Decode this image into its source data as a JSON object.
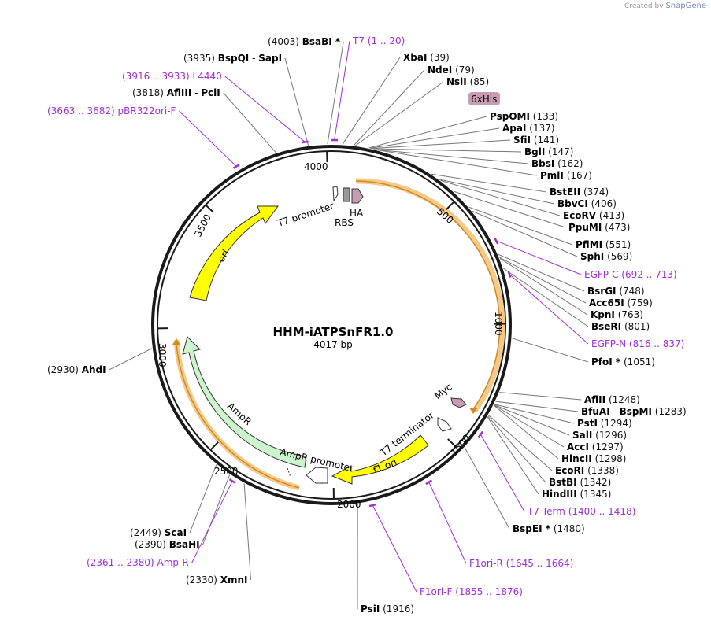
{
  "credit": {
    "prefix": "Created by",
    "brand": "SnapGene"
  },
  "plasmid": {
    "name": "HHM-iATPSnFR1.0",
    "length_label": "4017 bp",
    "length": 4017
  },
  "ticks": [
    "500",
    "1000",
    "1500",
    "2000",
    "2500",
    "3000",
    "3500",
    "4000"
  ],
  "features": [
    {
      "label": "ori",
      "color": "#ffff00"
    },
    {
      "label": "T7 promoter"
    },
    {
      "label": "RBS"
    },
    {
      "label": "HA"
    },
    {
      "label": "Myc"
    },
    {
      "label": "T7 terminator"
    },
    {
      "label": "f1 ori",
      "color": "#ffff00"
    },
    {
      "label": "AmpR promoter"
    },
    {
      "label": "AmpR",
      "color": "#cdf5cd"
    },
    {
      "label": "6xHis"
    }
  ],
  "sites": [
    {
      "name": "BsaBI",
      "suffix": "*",
      "pos": "(4003)"
    },
    {
      "name": "BspQI",
      "alt": "SapI",
      "pos": "(3935)"
    },
    {
      "name": "AflIII",
      "alt": "PciI",
      "pos": "(3818)"
    },
    {
      "name": "XbaI",
      "pos": "(39)"
    },
    {
      "name": "NdeI",
      "pos": "(79)"
    },
    {
      "name": "NsiI",
      "pos": "(85)"
    },
    {
      "name": "PspOMI",
      "pos": "(133)"
    },
    {
      "name": "ApaI",
      "pos": "(137)"
    },
    {
      "name": "SfiI",
      "pos": "(141)"
    },
    {
      "name": "BglI",
      "pos": "(147)"
    },
    {
      "name": "BbsI",
      "pos": "(162)"
    },
    {
      "name": "PmlI",
      "pos": "(167)"
    },
    {
      "name": "BstEII",
      "pos": "(374)"
    },
    {
      "name": "BbvCI",
      "pos": "(406)"
    },
    {
      "name": "EcoRV",
      "pos": "(413)"
    },
    {
      "name": "PpuMI",
      "pos": "(473)"
    },
    {
      "name": "PflMI",
      "pos": "(551)"
    },
    {
      "name": "SphI",
      "pos": "(569)"
    },
    {
      "name": "BsrGI",
      "pos": "(748)"
    },
    {
      "name": "Acc65I",
      "pos": "(759)"
    },
    {
      "name": "KpnI",
      "pos": "(763)"
    },
    {
      "name": "BseRI",
      "pos": "(801)"
    },
    {
      "name": "PfoI",
      "suffix": "*",
      "pos": "(1051)"
    },
    {
      "name": "AflII",
      "pos": "(1248)"
    },
    {
      "name": "BfuAI",
      "alt": "BspMI",
      "pos": "(1283)"
    },
    {
      "name": "PstI",
      "pos": "(1294)"
    },
    {
      "name": "SalI",
      "pos": "(1296)"
    },
    {
      "name": "AccI",
      "pos": "(1297)"
    },
    {
      "name": "HincII",
      "pos": "(1298)"
    },
    {
      "name": "EcoRI",
      "pos": "(1338)"
    },
    {
      "name": "BstBI",
      "pos": "(1342)"
    },
    {
      "name": "HindIII",
      "pos": "(1345)"
    },
    {
      "name": "BspEI",
      "suffix": "*",
      "pos": "(1480)"
    },
    {
      "name": "PsiI",
      "pos": "(1916)"
    },
    {
      "name": "XmnI",
      "pos": "(2330)"
    },
    {
      "name": "BsaHI",
      "pos": "(2390)"
    },
    {
      "name": "ScaI",
      "pos": "(2449)"
    },
    {
      "name": "AhdI",
      "pos": "(2930)"
    }
  ],
  "primers": [
    {
      "name": "T7",
      "range": "(1 .. 20)"
    },
    {
      "name": "L4440",
      "range": "(3916 .. 3933)"
    },
    {
      "name": "pBR322ori-F",
      "range": "(3663 .. 3682)"
    },
    {
      "name": "EGFP-C",
      "range": "(692 .. 713)"
    },
    {
      "name": "EGFP-N",
      "range": "(816 .. 837)"
    },
    {
      "name": "T7 Term",
      "range": "(1400 .. 1418)"
    },
    {
      "name": "F1ori-R",
      "range": "(1645 .. 1664)"
    },
    {
      "name": "F1ori-F",
      "range": "(1855 .. 1876)"
    },
    {
      "name": "Amp-R",
      "range": "(2361 .. 2380)"
    }
  ],
  "colors": {
    "primer": "#a12fd6",
    "orf_highlight": "#f5c98a",
    "tag": "#c89cb5",
    "backbone": "#1a1a1a",
    "leader": "#777777"
  }
}
